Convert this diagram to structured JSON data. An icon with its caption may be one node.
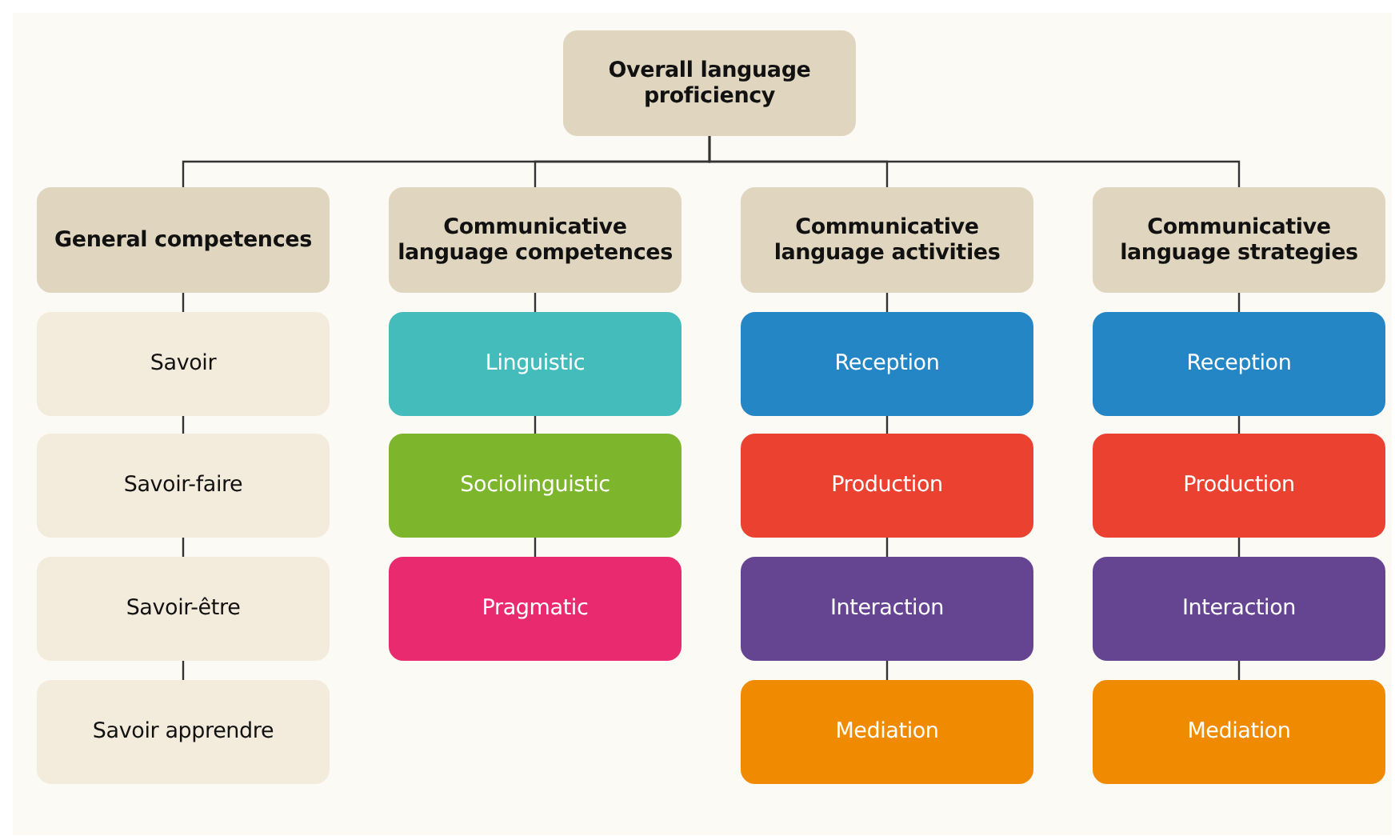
{
  "diagram": {
    "nodes": [
      {
        "text": [
          "Overall language proficiency"
        ]
      },
      {
        "text": [
          "General competences"
        ]
      },
      {
        "text": [
          "Communicative language competences"
        ]
      },
      {
        "text": [
          "Communicative language activities"
        ]
      },
      {
        "text": [
          "Communicative language strategies"
        ]
      },
      {
        "text": [
          "Savoir"
        ]
      },
      {
        "text": [
          "Savoir-faire"
        ]
      },
      {
        "text": [
          "Savoir-être"
        ]
      },
      {
        "text": [
          "Savoir apprendre"
        ]
      },
      {
        "text": [
          "Linguistic"
        ]
      },
      {
        "text": [
          "Sociolinguistic"
        ]
      },
      {
        "text": [
          "Pragmatic"
        ]
      },
      {
        "text": [
          "Reception"
        ]
      },
      {
        "text": [
          "Production"
        ]
      },
      {
        "text": [
          "Interaction"
        ]
      },
      {
        "text": [
          "Mediation"
        ]
      },
      {
        "text": [
          "Reception"
        ]
      },
      {
        "text": [
          "Production"
        ]
      },
      {
        "text": [
          "Interaction"
        ]
      },
      {
        "text": [
          "Mediation"
        ]
      }
    ],
    "edges": [
      {
        "from": 0,
        "to": 1,
        "arrow": "none"
      },
      {
        "from": 0,
        "to": 2,
        "arrow": "none"
      },
      {
        "from": 0,
        "to": 3,
        "arrow": "none"
      },
      {
        "from": 0,
        "to": 4,
        "arrow": "none"
      },
      {
        "from": 1,
        "to": 5,
        "arrow": "none"
      },
      {
        "from": 5,
        "to": 6,
        "arrow": "none"
      },
      {
        "from": 6,
        "to": 7,
        "arrow": "none"
      },
      {
        "from": 7,
        "to": 8,
        "arrow": "none"
      },
      {
        "from": 2,
        "to": 9,
        "arrow": "none"
      },
      {
        "from": 9,
        "to": 10,
        "arrow": "none"
      },
      {
        "from": 10,
        "to": 11,
        "arrow": "none"
      },
      {
        "from": 3,
        "to": 12,
        "arrow": "none"
      },
      {
        "from": 12,
        "to": 13,
        "arrow": "none"
      },
      {
        "from": 13,
        "to": 14,
        "arrow": "none"
      },
      {
        "from": 14,
        "to": 15,
        "arrow": "none"
      },
      {
        "from": 4,
        "to": 16,
        "arrow": "none"
      },
      {
        "from": 16,
        "to": 17,
        "arrow": "none"
      },
      {
        "from": 17,
        "to": 18,
        "arrow": "none"
      },
      {
        "from": 18,
        "to": 19,
        "arrow": "none"
      }
    ]
  }
}
